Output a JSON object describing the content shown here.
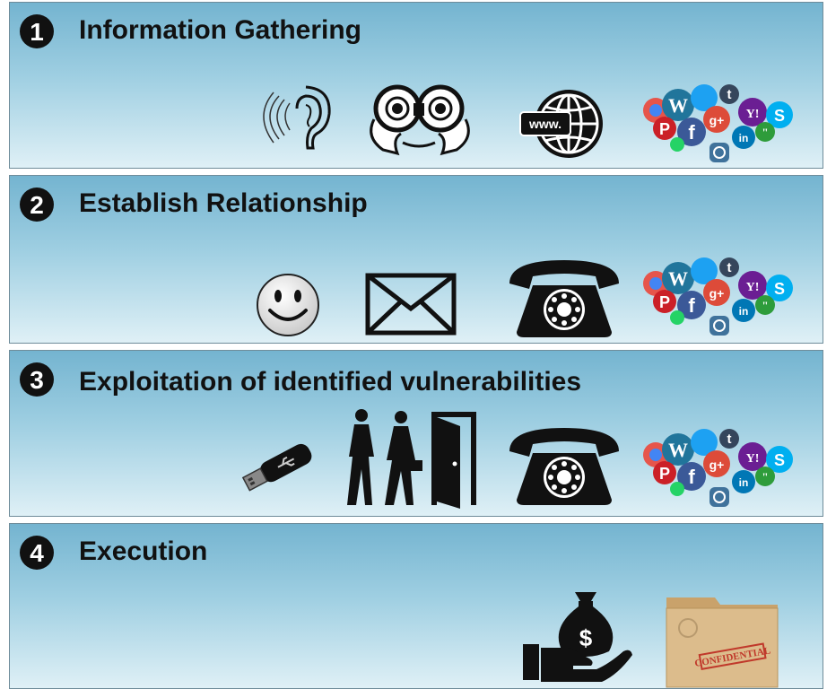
{
  "steps": [
    {
      "number": "1",
      "title": "Information Gathering",
      "icons": [
        "ear-icon",
        "binoculars-icon",
        "www-globe-icon",
        "social-media-icon"
      ]
    },
    {
      "number": "2",
      "title": "Establish Relationship",
      "icons": [
        "smiley-icon",
        "envelope-icon",
        "telephone-icon",
        "social-media-icon"
      ]
    },
    {
      "number": "3",
      "title": "Exploitation of identified vulnerabilities",
      "icons": [
        "usb-drive-icon",
        "people-walking-door-icon",
        "telephone-icon",
        "social-media-icon"
      ]
    },
    {
      "number": "4",
      "title": "Execution",
      "icons": [
        "money-bag-hand-icon",
        "confidential-folder-icon"
      ]
    }
  ],
  "labels": {
    "www": "www.",
    "confidential": "CONFIDENTIAL",
    "dollar": "$"
  },
  "colors": {
    "panel_top": "#74b4d0",
    "panel_bottom": "#dff0f6",
    "icon_dark": "#111111",
    "folder": "#d9b98a",
    "stamp": "#c0392b"
  }
}
